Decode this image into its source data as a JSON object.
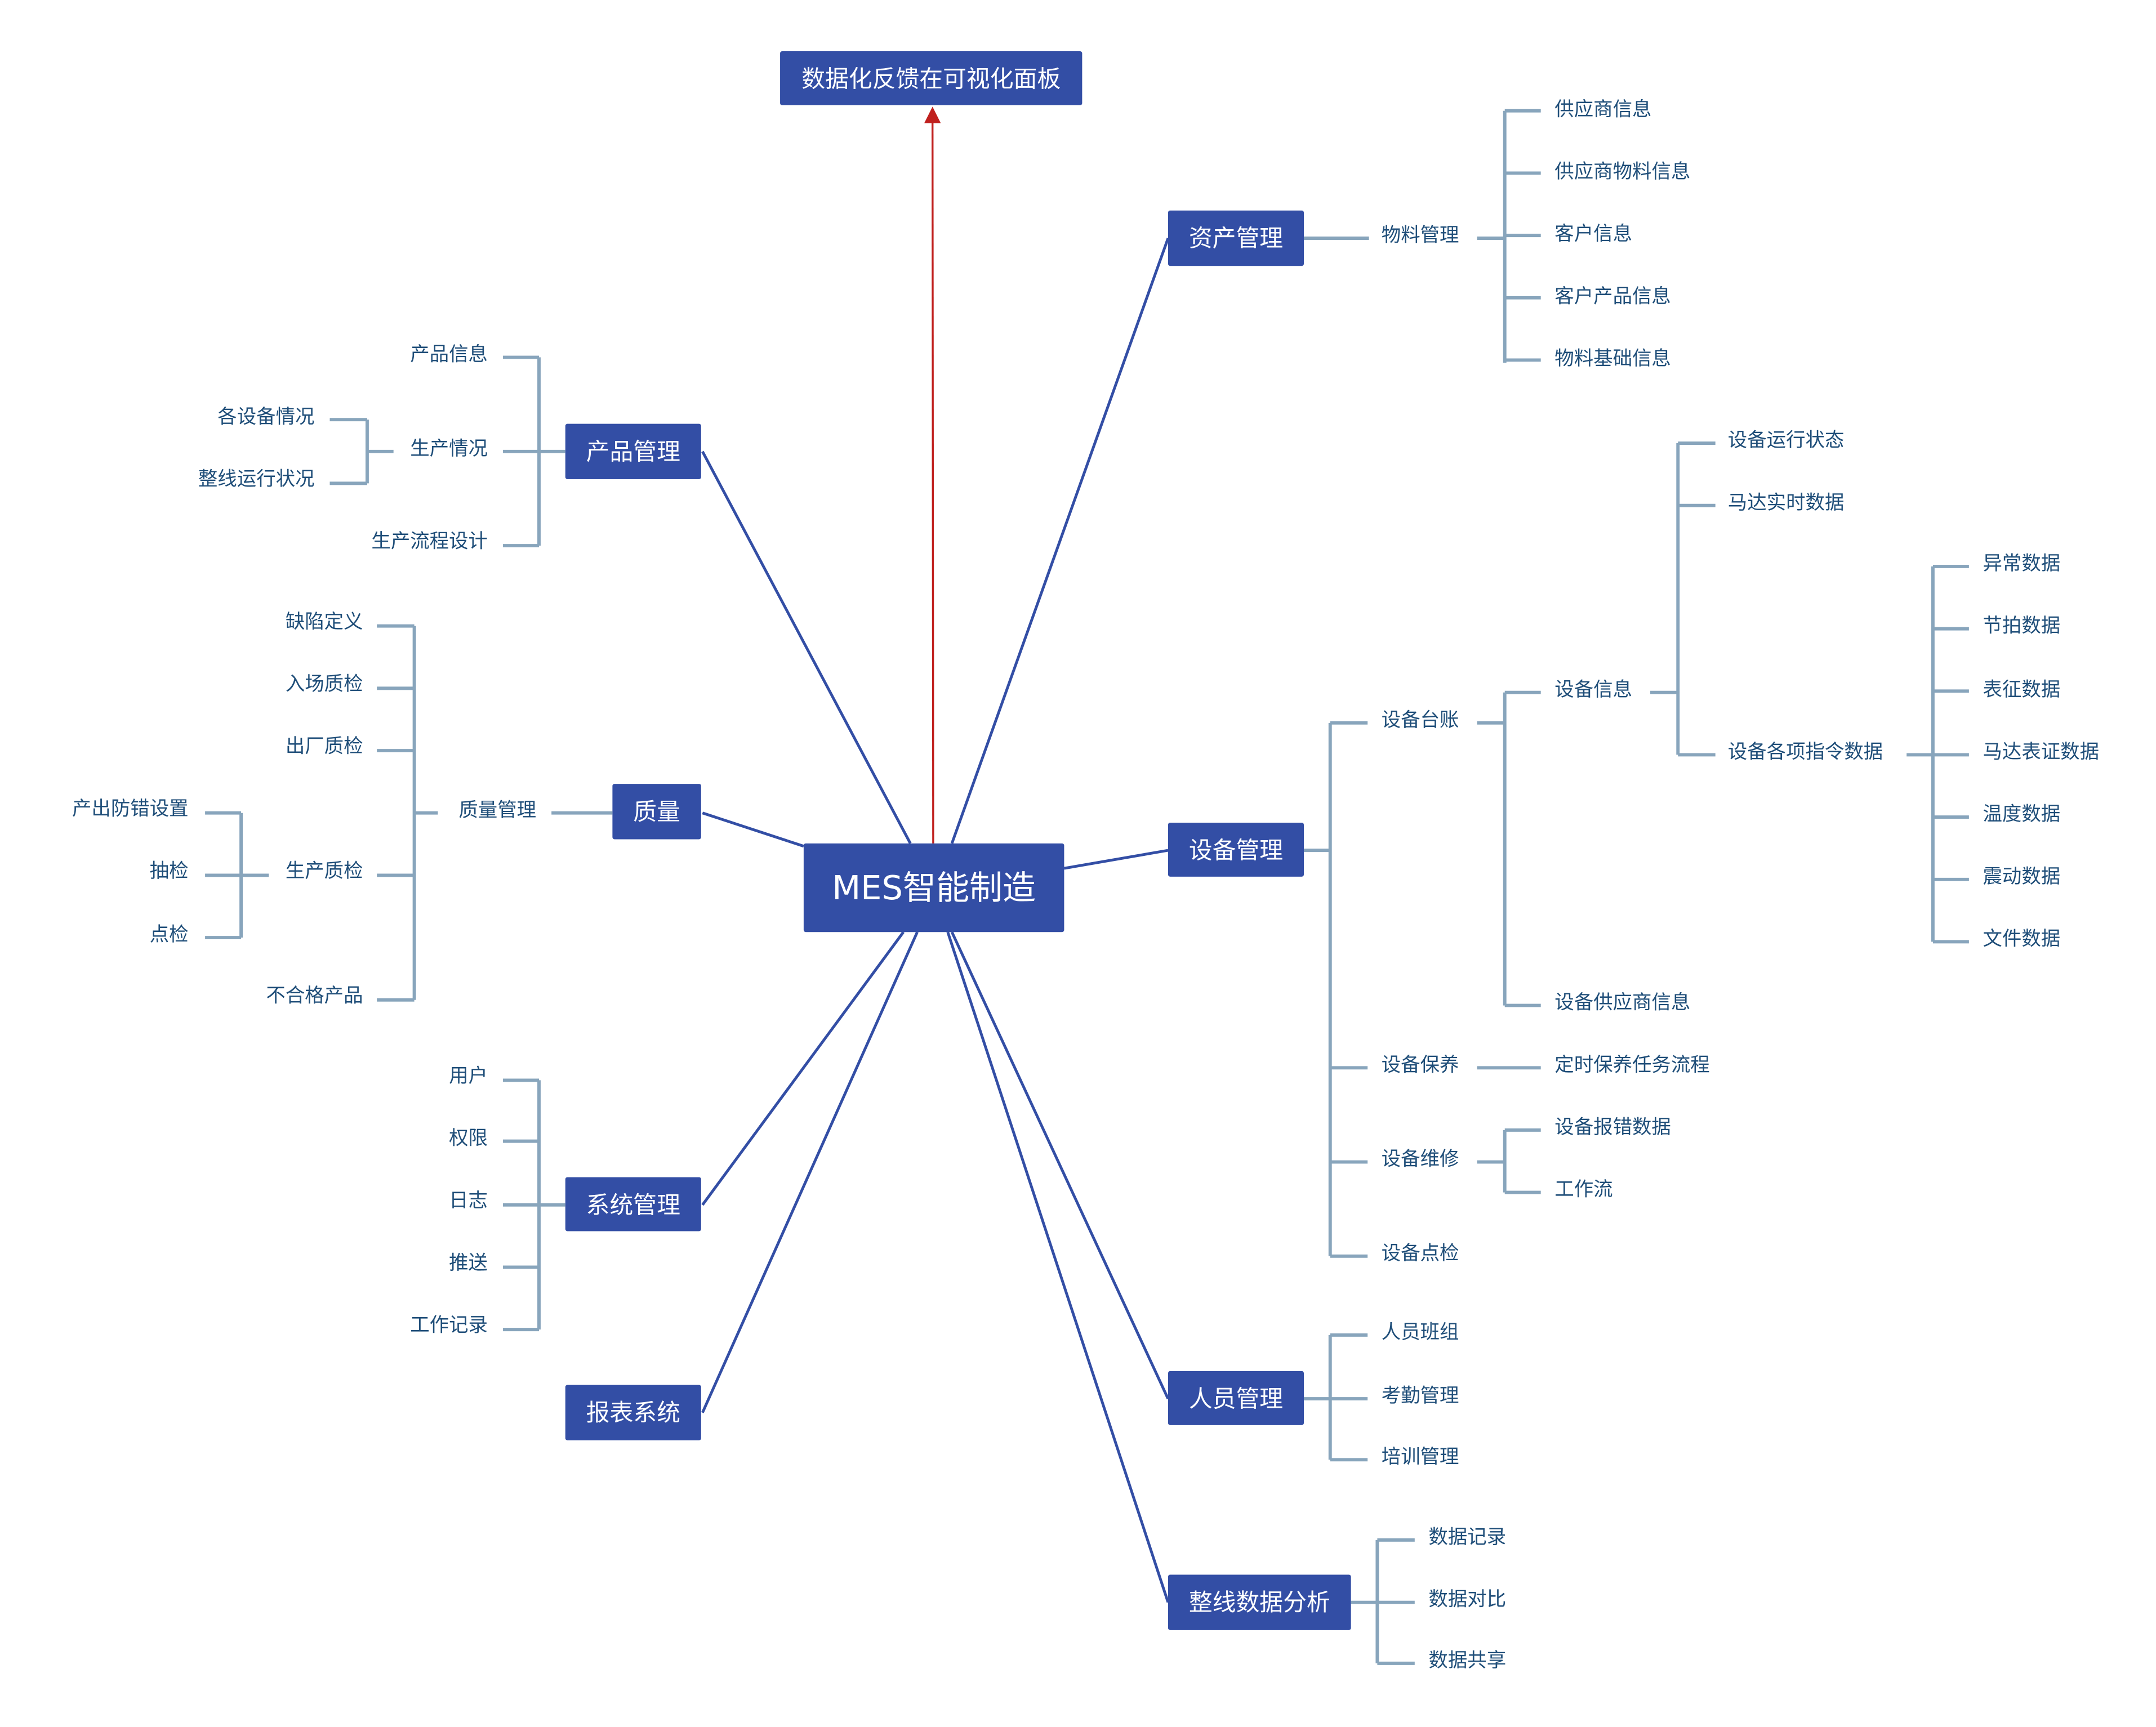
{
  "colors": {
    "box_fill": "#334ea5",
    "box_text": "#ffffff",
    "connector": "#88a5bc",
    "leaf_text": "#1f4e79",
    "feedback_arrow": "#c0201e"
  },
  "root": {
    "label": "MES智能制造"
  },
  "feedback": {
    "label": "数据化反馈在可视化面板"
  },
  "branches": {
    "asset": {
      "label": "资产管理",
      "material": {
        "label": "物料管理",
        "items": [
          "供应商信息",
          "供应商物料信息",
          "客户信息",
          "客户产品信息",
          "物料基础信息"
        ]
      }
    },
    "product": {
      "label": "产品管理",
      "items": {
        "info": "产品信息",
        "production": {
          "label": "生产情况",
          "items": [
            "各设备情况",
            "整线运行状况"
          ]
        },
        "process": "生产流程设计"
      }
    },
    "quality": {
      "label": "质量",
      "management": {
        "label": "质量管理",
        "items": {
          "defect": "缺陷定义",
          "incoming": "入场质检",
          "outgoing": "出厂质检",
          "production_qc": {
            "label": "生产质检",
            "items": [
              "产出防错设置",
              "抽检",
              "点检"
            ]
          },
          "nonconforming": "不合格产品"
        }
      }
    },
    "equipment": {
      "label": "设备管理",
      "ledger": {
        "label": "设备台账",
        "info": {
          "label": "设备信息",
          "status": "设备运行状态",
          "motor_realtime": "马达实时数据",
          "commands": {
            "label": "设备各项指令数据",
            "items": [
              "异常数据",
              "节拍数据",
              "表征数据",
              "马达表证数据",
              "温度数据",
              "震动数据",
              "文件数据"
            ]
          }
        },
        "supplier": "设备供应商信息"
      },
      "maintenance": {
        "label": "设备保养",
        "item": "定时保养任务流程"
      },
      "repair": {
        "label": "设备维修",
        "items": [
          "设备报错数据",
          "工作流"
        ]
      },
      "inspection": {
        "label": "设备点检"
      }
    },
    "system": {
      "label": "系统管理",
      "items": [
        "用户",
        "权限",
        "日志",
        "推送",
        "工作记录"
      ]
    },
    "report": {
      "label": "报表系统"
    },
    "personnel": {
      "label": "人员管理",
      "items": [
        "人员班组",
        "考勤管理",
        "培训管理"
      ]
    },
    "line_analysis": {
      "label": "整线数据分析",
      "items": [
        "数据记录",
        "数据对比",
        "数据共享"
      ]
    }
  }
}
